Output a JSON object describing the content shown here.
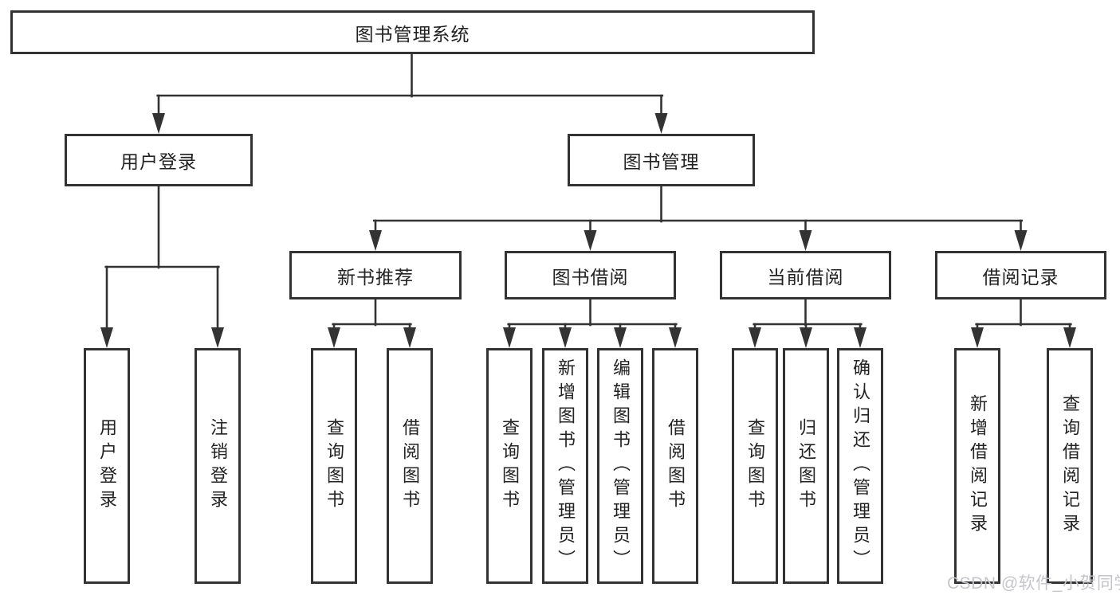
{
  "colors": {
    "line": "#333333",
    "box_border": "#333333",
    "box_background": "#ffffff",
    "text": "#222222",
    "watermark": "#c5c5ca",
    "page_background": "#ffffff"
  },
  "tree": {
    "root": {
      "label": "图书管理系统"
    },
    "branches": [
      {
        "label": "用户登录",
        "leaves": [
          {
            "label": "用户登录"
          },
          {
            "label": "注销登录"
          }
        ]
      },
      {
        "label": "图书管理",
        "groups": [
          {
            "label": "新书推荐",
            "leaves": [
              {
                "label": "查询图书"
              },
              {
                "label": "借阅图书"
              }
            ]
          },
          {
            "label": "图书借阅",
            "leaves": [
              {
                "label": "查询图书"
              },
              {
                "label": "新增图书（管理员）"
              },
              {
                "label": "编辑图书（管理员）"
              },
              {
                "label": "借阅图书"
              }
            ]
          },
          {
            "label": "当前借阅",
            "leaves": [
              {
                "label": "查询图书"
              },
              {
                "label": "归还图书"
              },
              {
                "label": "确认归还（管理员）"
              }
            ]
          },
          {
            "label": "借阅记录",
            "leaves": [
              {
                "label": "新增借阅记录"
              },
              {
                "label": "查询借阅记录"
              }
            ]
          }
        ]
      }
    ]
  },
  "watermark": {
    "text": "CSDN @软件_小贺同学"
  }
}
